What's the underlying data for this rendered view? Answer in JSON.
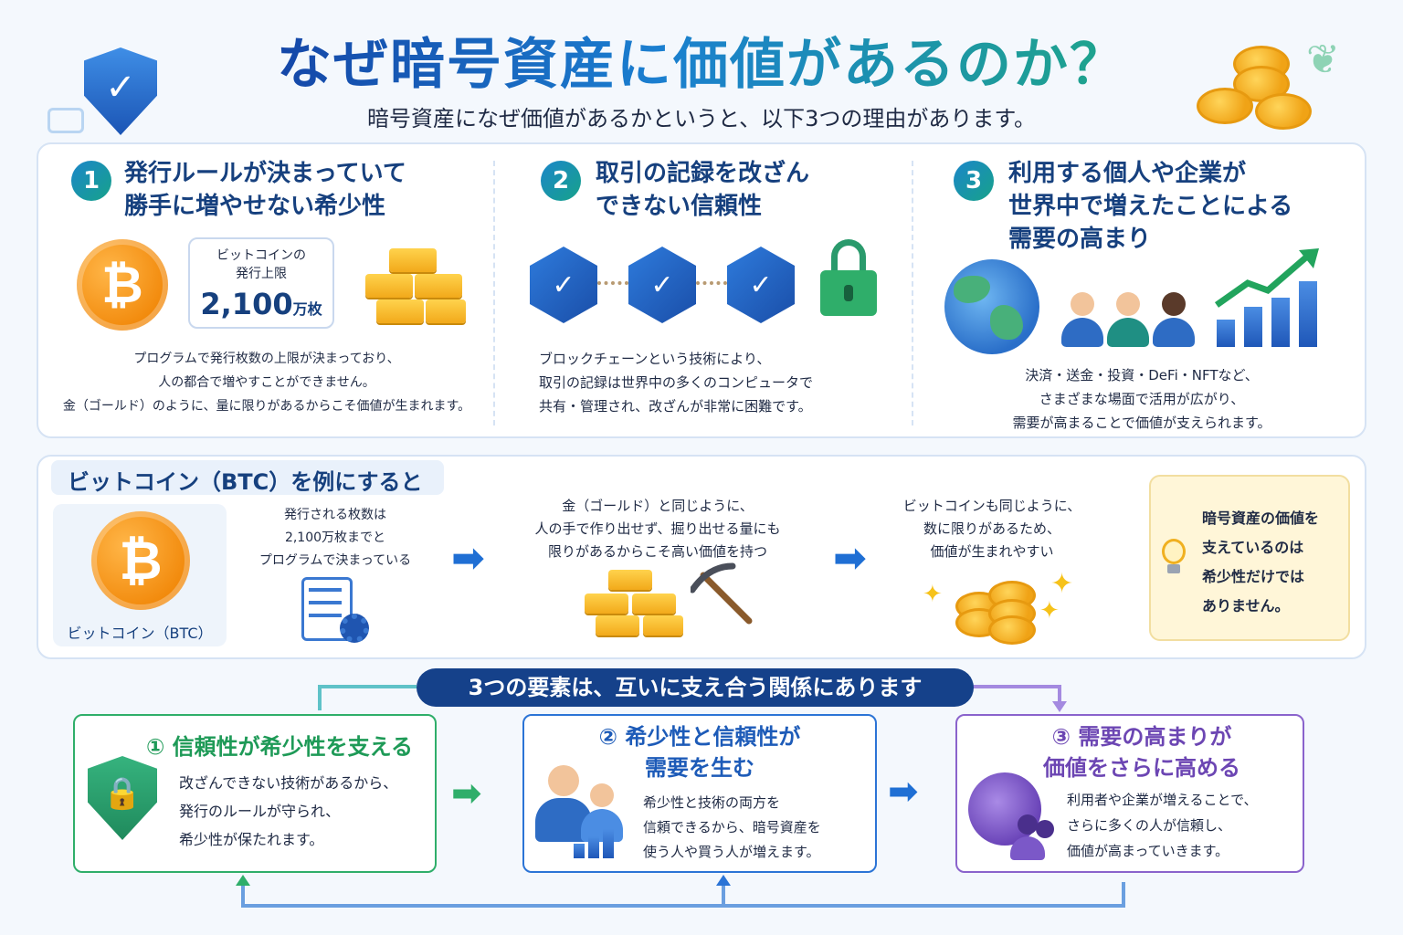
{
  "header": {
    "title": "なぜ暗号資産に価値があるのか？",
    "subtitle": "暗号資産になぜ価値があるかというと、以下3つの理由があります。"
  },
  "reasons": [
    {
      "num": "1",
      "title": "発行ルールが決まっていて\n勝手に増やせない希少性",
      "limit_label": "ビットコインの\n発行上限",
      "limit_value": "2,100",
      "limit_unit": "万枚",
      "body": "プログラムで発行枚数の上限が決まっており、\n人の都合で増やすことができません。\n金（ゴールド）のように、量に限りがあるからこそ価値が生まれます。"
    },
    {
      "num": "2",
      "title": "取引の記録を改ざん\nできない信頼性",
      "body": "ブロックチェーンという技術により、\n取引の記録は世界中の多くのコンピュータで\n共有・管理され、改ざんが非常に困難です。"
    },
    {
      "num": "3",
      "title": "利用する個人や企業が\n世界中で増えたことによる\n需要の高まり",
      "body": "決済・送金・投資・DeFi・NFTなど、\nさまざまな場面で活用が広がり、\n需要が高まることで価値が支えられます。"
    }
  ],
  "example": {
    "label": "ビットコイン（BTC）を例にすると",
    "coin_caption": "ビットコイン（BTC）",
    "step1": "発行される枚数は\n2,100万枚までと\nプログラムで決まっている",
    "step2": "金（ゴールド）と同じように、\n人の手で作り出せず、掘り出せる量にも\n限りがあるからこそ高い価値を持つ",
    "step3": "ビットコインも同じように、\n数に限りがあるため、\n価値が生まれやすい",
    "note": "暗号資産の価値を\n支えているのは\n希少性だけでは\nありません。"
  },
  "relations": {
    "banner": "3つの要素は、互いに支え合う関係にあります",
    "items": [
      {
        "title": "① 信頼性が希少性を支える",
        "body": "改ざんできない技術があるから、\n発行のルールが守られ、\n希少性が保たれます。"
      },
      {
        "title": "② 希少性と信頼性が\n需要を生む",
        "body": "希少性と技術の両方を\n信頼できるから、暗号資産を\n使う人や買う人が増えます。"
      },
      {
        "title": "③ 需要の高まりが\n価値をさらに高める",
        "body": "利用者や企業が増えることで、\nさらに多くの人が信頼し、\n価値が高まっていきます。"
      }
    ]
  },
  "icons": [
    "shield-check-icon",
    "bitcoin-icon",
    "gold-bars-icon",
    "blockchain-icon",
    "lock-icon",
    "globe-icon",
    "people-icon",
    "growth-chart-icon",
    "checklist-icon",
    "pickaxe-icon",
    "coins-icon",
    "lightbulb-icon",
    "arrow-right-icon"
  ],
  "colors": {
    "primary": "#15418a",
    "green": "#2fae6a",
    "blue": "#2b74d6",
    "purple": "#8a63cc",
    "bitcoin": "#f28a0c",
    "gold": "#f2a91a"
  }
}
